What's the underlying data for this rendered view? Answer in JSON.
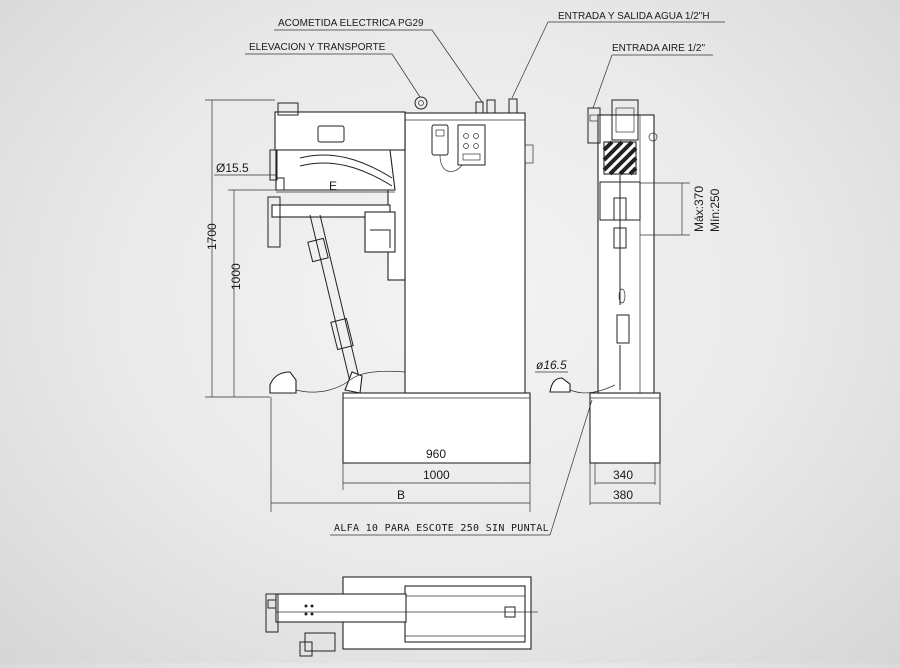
{
  "callouts": {
    "power_entry": "ACOMETIDA ELECTRICA PG29",
    "lifting": "ELEVACION Y TRANSPORTE",
    "water": "ENTRADA Y SALIDA AGUA 1/2\"H",
    "air": "ENTRADA AIRE 1/2\"",
    "model": "ALFA 10 PARA ESCOTE 250 SIN PUNTAL"
  },
  "dimensions": {
    "height_total": "1700",
    "height_arm": "1000",
    "diameter_upper": "Ø15.5",
    "diameter_lower": "ø16.5",
    "arm_reach": "E",
    "base_inner": "960",
    "base_outer": "1000",
    "overall_width": "B",
    "side_inner": "340",
    "side_outer": "380",
    "stroke_max": "Máx:370",
    "stroke_min": "Mín:250"
  }
}
